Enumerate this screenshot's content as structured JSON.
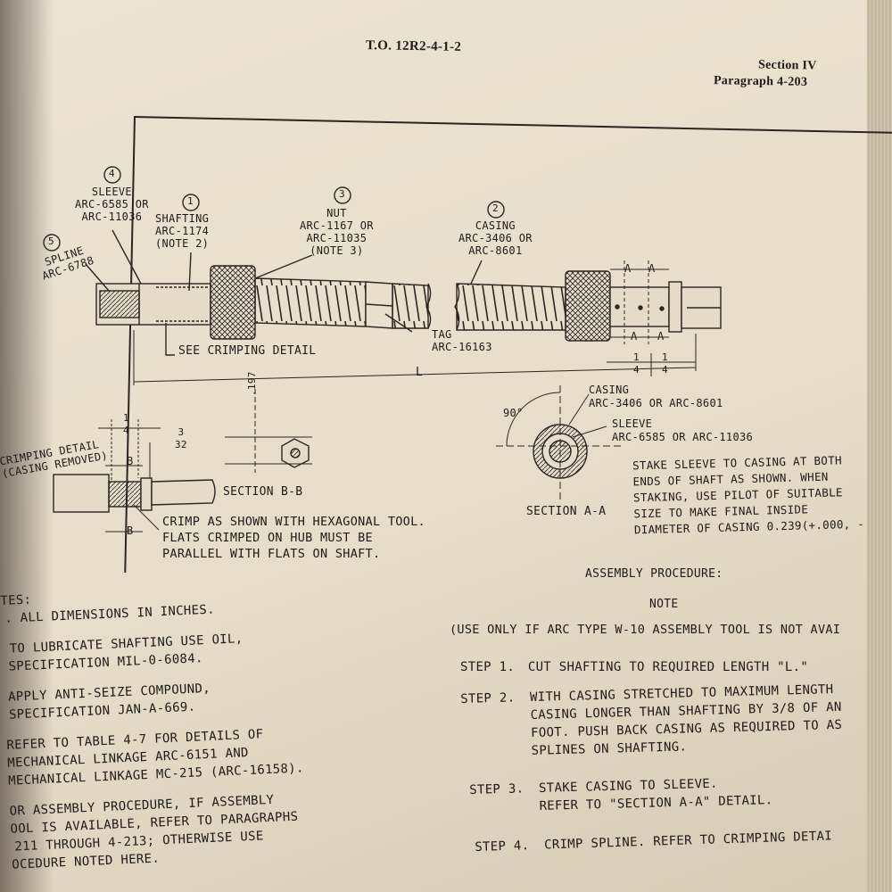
{
  "header": {
    "doc_number": "T.O. 12R2-4-1-2",
    "section": "Section IV",
    "paragraph": "Paragraph 4-203"
  },
  "diagram": {
    "callouts": [
      {
        "num": "4",
        "lines": [
          "SLEEVE",
          "ARC-6585 OR",
          "ARC-11036"
        ]
      },
      {
        "num": "1",
        "lines": [
          "SHAFTING",
          "ARC-1174",
          "(NOTE 2)"
        ]
      },
      {
        "num": "3",
        "lines": [
          "NUT",
          "ARC-1167 OR",
          "ARC-11035",
          "(NOTE 3)"
        ]
      },
      {
        "num": "2",
        "lines": [
          "CASING",
          "ARC-3406 OR",
          "ARC-8601"
        ]
      },
      {
        "num": "5",
        "lines": [
          "SPLINE",
          "ARC-6788"
        ]
      }
    ],
    "see_crimping": "SEE CRIMPING DETAIL",
    "tag": [
      "TAG",
      "ARC-16163"
    ],
    "dim_L": "L",
    "dim_A": "A",
    "dim_quarter_num": "1",
    "dim_quarter_den": "4",
    "dim_3": "3",
    "dim_32": "32",
    "dim_B": "B",
    "dim_197": ".197",
    "crimping_detail": [
      "CRIMPING DETAIL",
      "(CASING REMOVED)"
    ],
    "section_bb": "SECTION B-B",
    "crimp_note": [
      "CRIMP AS SHOWN WITH HEXAGONAL TOOL.",
      "FLATS CRIMPED ON HUB MUST BE",
      "PARALLEL WITH FLATS ON SHAFT."
    ],
    "angle": "90°",
    "casing_label": [
      "CASING",
      "ARC-3406 OR ARC-8601"
    ],
    "sleeve_label": [
      "SLEEVE",
      "ARC-6585 OR ARC-11036"
    ],
    "section_aa": "SECTION A-A",
    "stake_note": [
      "STAKE SLEEVE TO CASING AT BOTH",
      "ENDS OF SHAFT AS SHOWN. WHEN",
      "STAKING, USE PILOT OF SUITABLE",
      "SIZE TO MAKE FINAL INSIDE",
      "DIAMETER OF CASING 0.239(+.000, -"
    ]
  },
  "notes": [
    "TES:",
    ". ALL DIMENSIONS IN INCHES.",
    "TO LUBRICATE SHAFTING USE OIL,",
    "SPECIFICATION MIL-0-6084.",
    "APPLY ANTI-SEIZE COMPOUND,",
    "SPECIFICATION JAN-A-669.",
    "REFER TO TABLE 4-7 FOR DETAILS OF",
    "MECHANICAL LINKAGE ARC-6151 AND",
    "MECHANICAL LINKAGE MC-215 (ARC-16158).",
    "OR ASSEMBLY PROCEDURE, IF ASSEMBLY",
    "OOL IS AVAILABLE, REFER TO PARAGRAPHS",
    "211 THROUGH 4-213; OTHERWISE USE",
    "OCEDURE NOTED HERE."
  ],
  "assembly": {
    "title": "ASSEMBLY PROCEDURE:",
    "note_label": "NOTE",
    "note_text": "(USE ONLY IF ARC TYPE W-10 ASSEMBLY TOOL IS NOT AVAI",
    "steps": [
      {
        "label": "STEP 1.",
        "lines": [
          "CUT SHAFTING TO REQUIRED LENGTH \"L.\""
        ]
      },
      {
        "label": "STEP 2.",
        "lines": [
          "WITH CASING STRETCHED TO MAXIMUM LENGTH",
          "CASING LONGER THAN SHAFTING BY 3/8 OF AN",
          "FOOT. PUSH BACK CASING AS REQUIRED TO AS",
          "SPLINES ON SHAFTING."
        ]
      },
      {
        "label": "STEP 3.",
        "lines": [
          "STAKE CASING TO SLEEVE.",
          "REFER TO \"SECTION A-A\" DETAIL."
        ]
      },
      {
        "label": "STEP 4.",
        "lines": [
          "CRIMP SPLINE. REFER TO CRIMPING DETAI"
        ]
      }
    ]
  }
}
